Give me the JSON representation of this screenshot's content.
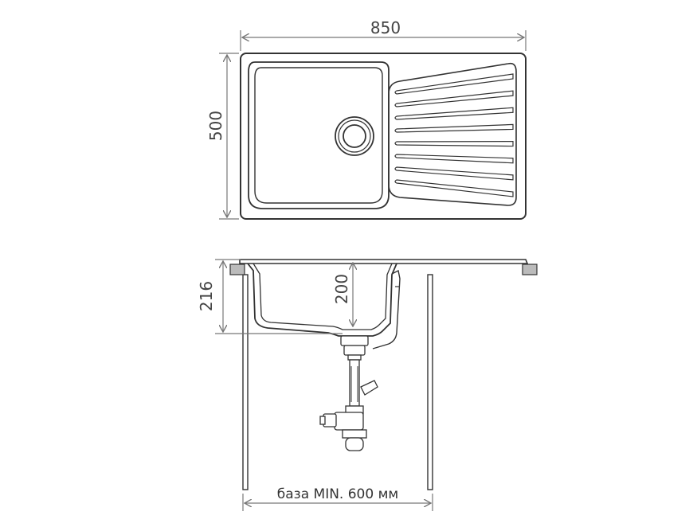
{
  "top_view": {
    "width_label": "850",
    "depth_label": "500"
  },
  "side_view": {
    "height_label": "216",
    "bowl_depth_label": "200",
    "base_label": "база MIN. 600 мм"
  },
  "colors": {
    "line": "#333333",
    "dimension": "#777777",
    "text": "#444444",
    "support_fill": "#bbbbbb",
    "background": "#ffffff"
  }
}
